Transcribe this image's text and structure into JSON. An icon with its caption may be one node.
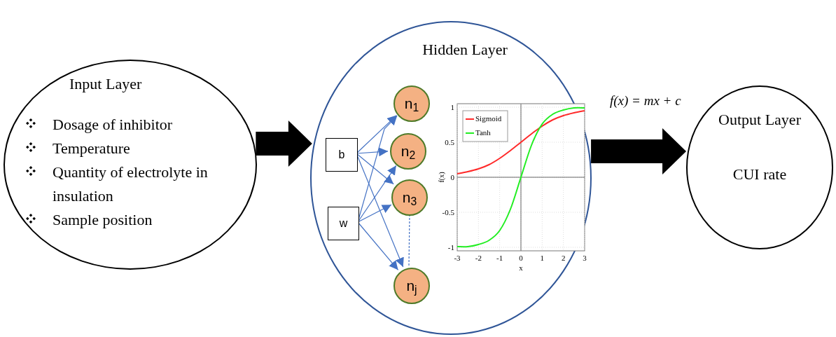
{
  "diagram": {
    "nodes": [
      {
        "text": [
          "Input Layer",
          "Dosage of inhibitor",
          "Temperature",
          "Quantity of electrolyte in insulation",
          "Sample position"
        ]
      },
      {
        "text": [
          "Hidden Layer"
        ]
      },
      {
        "text": [
          "b"
        ],
        "in": 1
      },
      {
        "text": [
          "w"
        ],
        "in": 1
      },
      {
        "text": [
          "n$_{1}$"
        ],
        "in": 1
      },
      {
        "text": [
          "n$_{2}$"
        ],
        "in": 1
      },
      {
        "text": [
          "n$_{3}$"
        ],
        "in": 1
      },
      {
        "text": [
          "n$_{j}$"
        ],
        "in": 1
      },
      {
        "text": [
          "Output Layer",
          "CUI rate"
        ]
      }
    ],
    "edges": [
      {
        "from": 0,
        "to": 1,
        "arrow": "to",
        "style": "thick",
        "color": "#000000"
      },
      {
        "from": 2,
        "to": 4,
        "arrow": "to"
      },
      {
        "from": 2,
        "to": 5,
        "arrow": "to"
      },
      {
        "from": 2,
        "to": 6,
        "arrow": "to"
      },
      {
        "from": 2,
        "to": 7,
        "arrow": "to"
      },
      {
        "from": 3,
        "to": 4,
        "arrow": "to"
      },
      {
        "from": 3,
        "to": 5,
        "arrow": "to"
      },
      {
        "from": 3,
        "to": 6,
        "arrow": "to"
      },
      {
        "from": 3,
        "to": 7,
        "arrow": "to"
      },
      {
        "from": 6,
        "to": 7,
        "arrow": "none",
        "style": "dashed"
      },
      {
        "from": 1,
        "to": 8,
        "arrow": "to",
        "style": "thick",
        "color": "#000000"
      }
    ],
    "labels": [
      "f(x) = mx + c"
    ],
    "chart_data": {
      "type": "line",
      "xlabel": "x",
      "ylabel": "f(x)",
      "x": [
        -3,
        -2.5,
        -2,
        -1.5,
        -1,
        -0.5,
        0,
        0.5,
        1,
        1.5,
        2,
        2.5,
        3
      ],
      "series": [
        {
          "name": "Sigmoid",
          "color": "#ff2a2a",
          "values": [
            0.05,
            0.08,
            0.12,
            0.18,
            0.27,
            0.38,
            0.5,
            0.62,
            0.73,
            0.82,
            0.88,
            0.92,
            0.95
          ]
        },
        {
          "name": "Tanh",
          "color": "#22ee22",
          "values": [
            -0.99,
            -0.99,
            -0.96,
            -0.9,
            -0.76,
            -0.46,
            0,
            0.46,
            0.76,
            0.9,
            0.96,
            0.99,
            0.99
          ]
        }
      ],
      "xlim": [
        -3,
        3
      ],
      "ylim": [
        -1.05,
        1.05
      ],
      "xticks": [
        -3,
        -2,
        -1,
        0,
        1,
        2,
        3
      ],
      "yticks": [
        -1,
        -0.5,
        0,
        0.5,
        1
      ],
      "grid": true,
      "legend": "upper left"
    }
  }
}
